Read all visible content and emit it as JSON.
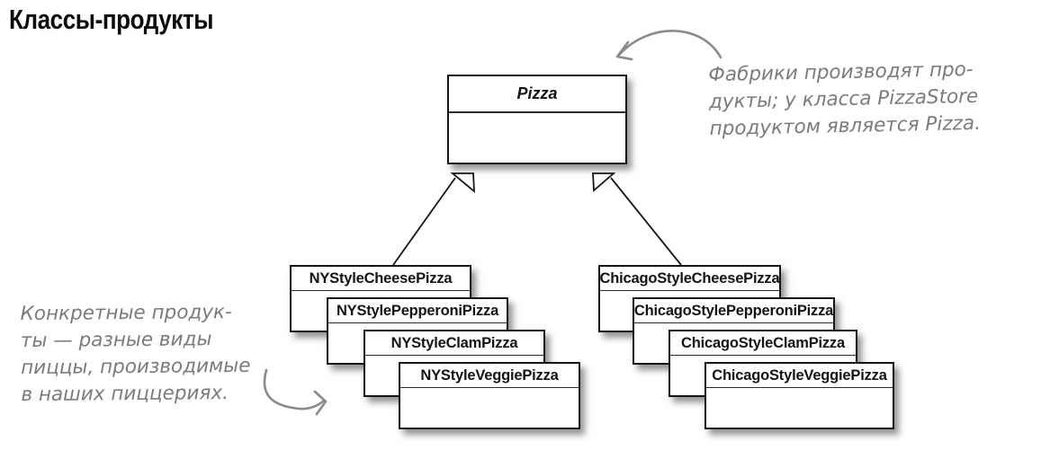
{
  "page": {
    "title": "Классы-продукты"
  },
  "diagram": {
    "type": "uml-class-diagram",
    "superclass": "Pizza",
    "ny_stack": [
      "NYStyleCheesePizza",
      "NYStylePepperoniPizza",
      "NYStyleClamPizza",
      "NYStyleVeggiePizza"
    ],
    "chicago_stack": [
      "ChicagoStyleCheesePizza",
      "ChicagoStylePepperoniPizza",
      "ChicagoStyleClamPizza",
      "ChicagoStyleVeggiePizza"
    ],
    "relationships": [
      "NYStyleCheesePizza extends Pizza",
      "ChicagoStyleCheesePizza extends Pizza"
    ]
  },
  "annotations": {
    "factory_note_lines": [
      "Фабрики производят про-",
      "дукты; у класса PizzaStore",
      "продуктом является Pizza."
    ],
    "products_note_lines": [
      "Конкретные продук-",
      "ты — разные виды",
      "пиццы, производимые",
      "в наших пиццериях."
    ]
  },
  "colors": {
    "background": "#ffffff",
    "box_border": "#151515",
    "box_fill": "#ffffff",
    "annotation_gray": "#7b7b7b",
    "text_black": "#141414"
  }
}
